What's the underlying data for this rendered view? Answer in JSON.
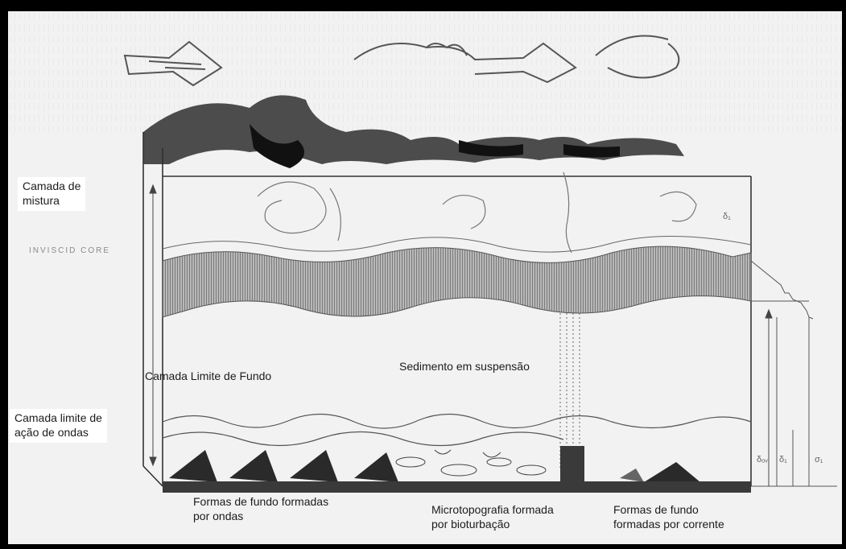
{
  "labels": {
    "mixing_layer": [
      "Camada de",
      "mistura"
    ],
    "inviscid_core": "INVISCID CORE",
    "bottom_boundary_layer": "Camada Limite de Fundo",
    "suspended_sediment": "Sedimento em suspensão",
    "wave_boundary_layer": [
      "Camada limite de",
      "ação de ondas"
    ],
    "wave_bedforms": [
      "Formas de fundo formadas",
      "por ondas"
    ],
    "bioturbation": [
      "Microtopografia formada",
      "por bioturbação"
    ],
    "current_bedforms": [
      "Formas de fundo",
      "formadas por corrente"
    ],
    "symbol_top": "δ₁",
    "symbol_wave": "δₒᵥ",
    "symbol_mid": "δ₁",
    "symbol_sigma": "σ₁"
  },
  "colors": {
    "background": "#f2f2f2",
    "frame": "#000000",
    "sketch_dark": "#2a2a2a",
    "stripe_band": "#9a9a9a"
  }
}
